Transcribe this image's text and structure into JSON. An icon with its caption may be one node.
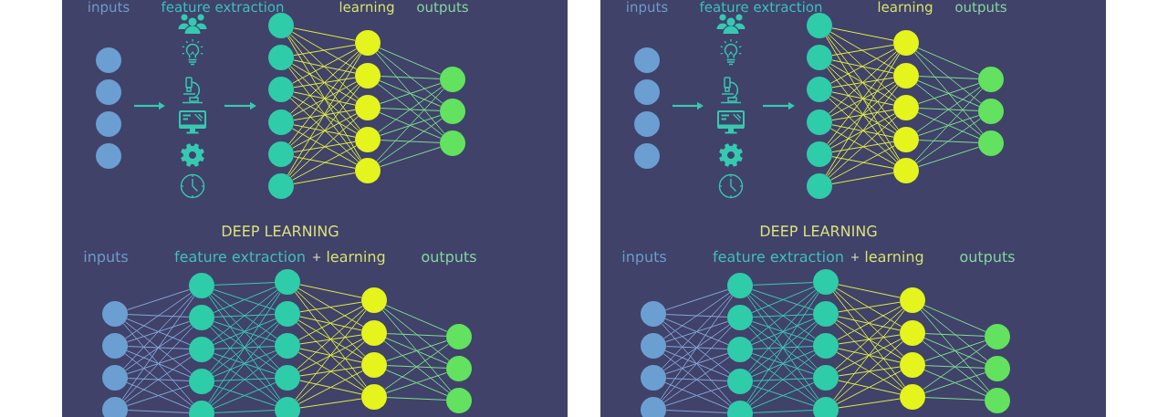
{
  "diagram": {
    "nodes": [
      {
        "text": [],
        "shape": "circle"
      },
      {
        "text": [],
        "shape": "circle"
      },
      {
        "text": [],
        "shape": "circle"
      },
      {
        "text": [],
        "shape": "circle"
      },
      {
        "text": [],
        "shape": "picture"
      },
      {
        "text": [],
        "shape": "picture"
      },
      {
        "text": [],
        "shape": "picture"
      },
      {
        "text": [],
        "shape": "picture"
      },
      {
        "text": [],
        "shape": "picture"
      },
      {
        "text": [],
        "shape": "picture"
      },
      {
        "text": [],
        "shape": "circle"
      },
      {
        "text": [],
        "shape": "circle"
      },
      {
        "text": [],
        "shape": "circle"
      },
      {
        "text": [],
        "shape": "circle"
      },
      {
        "text": [],
        "shape": "circle"
      },
      {
        "text": [],
        "shape": "circle"
      },
      {
        "text": [],
        "shape": "circle"
      },
      {
        "text": [],
        "shape": "circle"
      },
      {
        "text": [],
        "shape": "circle"
      },
      {
        "text": [],
        "shape": "circle"
      },
      {
        "text": [],
        "shape": "circle"
      },
      {
        "text": [],
        "shape": "circle"
      },
      {
        "text": [],
        "shape": "circle"
      },
      {
        "text": [],
        "shape": "circle"
      },
      {
        "text": [],
        "shape": "circle"
      },
      {
        "text": [],
        "shape": "circle"
      },
      {
        "text": [],
        "shape": "circle"
      },
      {
        "text": [],
        "shape": "circle"
      },
      {
        "text": [],
        "shape": "circle"
      },
      {
        "text": [],
        "shape": "circle"
      },
      {
        "text": [],
        "shape": "circle"
      },
      {
        "text": [],
        "shape": "circle"
      },
      {
        "text": [],
        "shape": "circle"
      },
      {
        "text": [],
        "shape": "circle"
      },
      {
        "text": [],
        "shape": "circle"
      },
      {
        "text": [],
        "shape": "circle"
      },
      {
        "text": [],
        "shape": "circle"
      },
      {
        "text": [],
        "shape": "circle"
      },
      {
        "text": [],
        "shape": "circle"
      },
      {
        "text": [],
        "shape": "circle"
      },
      {
        "text": [],
        "shape": "circle"
      },
      {
        "text": [],
        "shape": "circle"
      },
      {
        "text": [],
        "shape": "circle"
      },
      {
        "text": [],
        "shape": "circle"
      },
      {
        "text": [],
        "shape": "circle"
      },
      {
        "text": [],
        "shape": "circle"
      },
      {
        "text": [],
        "shape": "circle"
      },
      {
        "text": [],
        "shape": "circle"
      },
      {
        "text": [],
        "shape": "circle"
      },
      {
        "text": [],
        "shape": "picture"
      },
      {
        "text": [],
        "shape": "picture"
      },
      {
        "text": [],
        "shape": "picture"
      },
      {
        "text": [],
        "shape": "picture"
      },
      {
        "text": [],
        "shape": "picture"
      },
      {
        "text": [],
        "shape": "picture"
      },
      {
        "text": [],
        "shape": "circle"
      },
      {
        "text": [],
        "shape": "circle"
      },
      {
        "text": [],
        "shape": "circle"
      },
      {
        "text": [],
        "shape": "circle"
      },
      {
        "text": [],
        "shape": "circle"
      },
      {
        "text": [],
        "shape": "circle"
      },
      {
        "text": [],
        "shape": "circle"
      },
      {
        "text": [],
        "shape": "circle"
      },
      {
        "text": [],
        "shape": "circle"
      },
      {
        "text": [],
        "shape": "circle"
      },
      {
        "text": [],
        "shape": "circle"
      },
      {
        "text": [],
        "shape": "circle"
      },
      {
        "text": [],
        "shape": "circle"
      },
      {
        "text": [],
        "shape": "circle"
      },
      {
        "text": [],
        "shape": "circle"
      },
      {
        "text": [],
        "shape": "circle"
      },
      {
        "text": [],
        "shape": "circle"
      },
      {
        "text": [],
        "shape": "circle"
      },
      {
        "text": [],
        "shape": "circle"
      },
      {
        "text": [],
        "shape": "circle"
      },
      {
        "text": [],
        "shape": "circle"
      },
      {
        "text": [],
        "shape": "circle"
      },
      {
        "text": [],
        "shape": "circle"
      },
      {
        "text": [],
        "shape": "circle"
      },
      {
        "text": [],
        "shape": "circle"
      },
      {
        "text": [],
        "shape": "circle"
      },
      {
        "text": [],
        "shape": "circle"
      },
      {
        "text": [],
        "shape": "circle"
      },
      {
        "text": [],
        "shape": "circle"
      },
      {
        "text": [],
        "shape": "circle"
      },
      {
        "text": [],
        "shape": "circle"
      },
      {
        "text": [],
        "shape": "circle"
      },
      {
        "text": [],
        "shape": "circle"
      },
      {
        "text": [],
        "shape": "circle"
      },
      {
        "text": [],
        "shape": "circle"
      }
    ],
    "edges": [
      {
        "from": 10,
        "to": 16,
        "arrow": "none"
      },
      {
        "from": 10,
        "to": 17,
        "arrow": "none"
      },
      {
        "from": 10,
        "to": 18,
        "arrow": "none"
      },
      {
        "from": 10,
        "to": 19,
        "arrow": "none"
      },
      {
        "from": 10,
        "to": 20,
        "arrow": "none"
      },
      {
        "from": 11,
        "to": 16,
        "arrow": "none"
      },
      {
        "from": 11,
        "to": 17,
        "arrow": "none"
      },
      {
        "from": 11,
        "to": 18,
        "arrow": "none"
      },
      {
        "from": 11,
        "to": 19,
        "arrow": "none"
      },
      {
        "from": 11,
        "to": 20,
        "arrow": "none"
      },
      {
        "from": 12,
        "to": 16,
        "arrow": "none"
      },
      {
        "from": 12,
        "to": 17,
        "arrow": "none"
      },
      {
        "from": 12,
        "to": 18,
        "arrow": "none"
      },
      {
        "from": 12,
        "to": 19,
        "arrow": "none"
      },
      {
        "from": 12,
        "to": 20,
        "arrow": "none"
      },
      {
        "from": 13,
        "to": 16,
        "arrow": "none"
      },
      {
        "from": 13,
        "to": 17,
        "arrow": "none"
      },
      {
        "from": 13,
        "to": 18,
        "arrow": "none"
      },
      {
        "from": 13,
        "to": 19,
        "arrow": "none"
      },
      {
        "from": 13,
        "to": 20,
        "arrow": "none"
      },
      {
        "from": 14,
        "to": 16,
        "arrow": "none"
      },
      {
        "from": 14,
        "to": 17,
        "arrow": "none"
      },
      {
        "from": 14,
        "to": 18,
        "arrow": "none"
      },
      {
        "from": 14,
        "to": 19,
        "arrow": "none"
      },
      {
        "from": 14,
        "to": 20,
        "arrow": "none"
      },
      {
        "from": 15,
        "to": 16,
        "arrow": "none"
      },
      {
        "from": 15,
        "to": 17,
        "arrow": "none"
      },
      {
        "from": 15,
        "to": 18,
        "arrow": "none"
      },
      {
        "from": 15,
        "to": 19,
        "arrow": "none"
      },
      {
        "from": 15,
        "to": 20,
        "arrow": "none"
      },
      {
        "from": 16,
        "to": 21,
        "arrow": "none",
        "color": "#7ddf8e"
      },
      {
        "from": 16,
        "to": 22,
        "arrow": "none",
        "color": "#7ddf8e"
      },
      {
        "from": 16,
        "to": 23,
        "arrow": "none",
        "color": "#7ddf8e"
      },
      {
        "from": 17,
        "to": 21,
        "arrow": "none",
        "color": "#7ddf8e"
      },
      {
        "from": 17,
        "to": 22,
        "arrow": "none",
        "color": "#7ddf8e"
      },
      {
        "from": 17,
        "to": 23,
        "arrow": "none",
        "color": "#7ddf8e"
      },
      {
        "from": 18,
        "to": 21,
        "arrow": "none",
        "color": "#7ddf8e"
      },
      {
        "from": 18,
        "to": 22,
        "arrow": "none",
        "color": "#7ddf8e"
      },
      {
        "from": 18,
        "to": 23,
        "arrow": "none",
        "color": "#7ddf8e"
      },
      {
        "from": 19,
        "to": 21,
        "arrow": "none",
        "color": "#7ddf8e"
      },
      {
        "from": 19,
        "to": 22,
        "arrow": "none",
        "color": "#7ddf8e"
      },
      {
        "from": 19,
        "to": 23,
        "arrow": "none",
        "color": "#7ddf8e"
      },
      {
        "from": 20,
        "to": 21,
        "arrow": "none",
        "color": "#7ddf8e"
      },
      {
        "from": 20,
        "to": 22,
        "arrow": "none",
        "color": "#7ddf8e"
      },
      {
        "from": 20,
        "to": 23,
        "arrow": "none",
        "color": "#7ddf8e"
      },
      {
        "from": 24,
        "to": 28,
        "arrow": "none",
        "color": "#86a6d8"
      },
      {
        "from": 24,
        "to": 29,
        "arrow": "none",
        "color": "#86a6d8"
      },
      {
        "from": 24,
        "to": 30,
        "arrow": "none",
        "color": "#86a6d8"
      },
      {
        "from": 24,
        "to": 31,
        "arrow": "none",
        "color": "#86a6d8"
      },
      {
        "from": 24,
        "to": 32,
        "arrow": "none",
        "color": "#86a6d8"
      },
      {
        "from": 25,
        "to": 28,
        "arrow": "none",
        "color": "#86a6d8"
      },
      {
        "from": 25,
        "to": 29,
        "arrow": "none",
        "color": "#86a6d8"
      },
      {
        "from": 25,
        "to": 30,
        "arrow": "none",
        "color": "#86a6d8"
      },
      {
        "from": 25,
        "to": 31,
        "arrow": "none",
        "color": "#86a6d8"
      },
      {
        "from": 25,
        "to": 32,
        "arrow": "none",
        "color": "#86a6d8"
      },
      {
        "from": 26,
        "to": 28,
        "arrow": "none",
        "color": "#86a6d8"
      },
      {
        "from": 26,
        "to": 29,
        "arrow": "none",
        "color": "#86a6d8"
      },
      {
        "from": 26,
        "to": 30,
        "arrow": "none",
        "color": "#86a6d8"
      },
      {
        "from": 26,
        "to": 31,
        "arrow": "none",
        "color": "#86a6d8"
      },
      {
        "from": 26,
        "to": 32,
        "arrow": "none",
        "color": "#86a6d8"
      },
      {
        "from": 27,
        "to": 28,
        "arrow": "none",
        "color": "#86a6d8"
      },
      {
        "from": 27,
        "to": 29,
        "arrow": "none",
        "color": "#86a6d8"
      },
      {
        "from": 27,
        "to": 30,
        "arrow": "none",
        "color": "#86a6d8"
      },
      {
        "from": 27,
        "to": 31,
        "arrow": "none",
        "color": "#86a6d8"
      },
      {
        "from": 27,
        "to": 32,
        "arrow": "none",
        "color": "#86a6d8"
      },
      {
        "from": 28,
        "to": 33,
        "arrow": "none",
        "color": "#3cc9b5"
      },
      {
        "from": 28,
        "to": 34,
        "arrow": "none",
        "color": "#3cc9b5"
      },
      {
        "from": 28,
        "to": 35,
        "arrow": "none",
        "color": "#3cc9b5"
      },
      {
        "from": 28,
        "to": 36,
        "arrow": "none",
        "color": "#3cc9b5"
      },
      {
        "from": 28,
        "to": 37,
        "arrow": "none",
        "color": "#3cc9b5"
      },
      {
        "from": 29,
        "to": 33,
        "arrow": "none",
        "color": "#3cc9b5"
      },
      {
        "from": 29,
        "to": 34,
        "arrow": "none",
        "color": "#3cc9b5"
      },
      {
        "from": 29,
        "to": 35,
        "arrow": "none",
        "color": "#3cc9b5"
      },
      {
        "from": 29,
        "to": 36,
        "arrow": "none",
        "color": "#3cc9b5"
      },
      {
        "from": 29,
        "to": 37,
        "arrow": "none",
        "color": "#3cc9b5"
      },
      {
        "from": 30,
        "to": 33,
        "arrow": "none",
        "color": "#3cc9b5"
      },
      {
        "from": 30,
        "to": 34,
        "arrow": "none",
        "color": "#3cc9b5"
      },
      {
        "from": 30,
        "to": 35,
        "arrow": "none",
        "color": "#3cc9b5"
      },
      {
        "from": 30,
        "to": 36,
        "arrow": "none",
        "color": "#3cc9b5"
      },
      {
        "from": 30,
        "to": 37,
        "arrow": "none",
        "color": "#3cc9b5"
      },
      {
        "from": 31,
        "to": 33,
        "arrow": "none",
        "color": "#3cc9b5"
      },
      {
        "from": 31,
        "to": 34,
        "arrow": "none",
        "color": "#3cc9b5"
      },
      {
        "from": 31,
        "to": 35,
        "arrow": "none",
        "color": "#3cc9b5"
      },
      {
        "from": 31,
        "to": 36,
        "arrow": "none",
        "color": "#3cc9b5"
      },
      {
        "from": 31,
        "to": 37,
        "arrow": "none",
        "color": "#3cc9b5"
      },
      {
        "from": 32,
        "to": 33,
        "arrow": "none",
        "color": "#3cc9b5"
      },
      {
        "from": 32,
        "to": 34,
        "arrow": "none",
        "color": "#3cc9b5"
      },
      {
        "from": 32,
        "to": 35,
        "arrow": "none",
        "color": "#3cc9b5"
      },
      {
        "from": 32,
        "to": 36,
        "arrow": "none",
        "color": "#3cc9b5"
      },
      {
        "from": 32,
        "to": 37,
        "arrow": "none",
        "color": "#3cc9b5"
      },
      {
        "from": 33,
        "to": 38,
        "arrow": "none"
      },
      {
        "from": 33,
        "to": 39,
        "arrow": "none"
      },
      {
        "from": 33,
        "to": 40,
        "arrow": "none"
      },
      {
        "from": 33,
        "to": 41,
        "arrow": "none"
      },
      {
        "from": 34,
        "to": 38,
        "arrow": "none"
      },
      {
        "from": 34,
        "to": 39,
        "arrow": "none"
      },
      {
        "from": 34,
        "to": 40,
        "arrow": "none"
      },
      {
        "from": 34,
        "to": 41,
        "arrow": "none"
      },
      {
        "from": 35,
        "to": 38,
        "arrow": "none"
      },
      {
        "from": 35,
        "to": 39,
        "arrow": "none"
      },
      {
        "from": 35,
        "to": 40,
        "arrow": "none"
      },
      {
        "from": 35,
        "to": 41,
        "arrow": "none"
      },
      {
        "from": 36,
        "to": 38,
        "arrow": "none"
      },
      {
        "from": 36,
        "to": 39,
        "arrow": "none"
      },
      {
        "from": 36,
        "to": 40,
        "arrow": "none"
      },
      {
        "from": 36,
        "to": 41,
        "arrow": "none"
      },
      {
        "from": 37,
        "to": 38,
        "arrow": "none"
      },
      {
        "from": 37,
        "to": 39,
        "arrow": "none"
      },
      {
        "from": 37,
        "to": 40,
        "arrow": "none"
      },
      {
        "from": 37,
        "to": 41,
        "arrow": "none"
      },
      {
        "from": 38,
        "to": 42,
        "arrow": "none",
        "color": "#7ddf8e"
      },
      {
        "from": 38,
        "to": 43,
        "arrow": "none",
        "color": "#7ddf8e"
      },
      {
        "from": 38,
        "to": 44,
        "arrow": "none",
        "color": "#7ddf8e"
      },
      {
        "from": 39,
        "to": 42,
        "arrow": "none",
        "color": "#7ddf8e"
      },
      {
        "from": 39,
        "to": 43,
        "arrow": "none",
        "color": "#7ddf8e"
      },
      {
        "from": 39,
        "to": 44,
        "arrow": "none",
        "color": "#7ddf8e"
      },
      {
        "from": 40,
        "to": 42,
        "arrow": "none",
        "color": "#7ddf8e"
      },
      {
        "from": 40,
        "to": 43,
        "arrow": "none",
        "color": "#7ddf8e"
      },
      {
        "from": 40,
        "to": 44,
        "arrow": "none",
        "color": "#7ddf8e"
      },
      {
        "from": 41,
        "to": 42,
        "arrow": "none",
        "color": "#7ddf8e"
      },
      {
        "from": 41,
        "to": 43,
        "arrow": "none",
        "color": "#7ddf8e"
      },
      {
        "from": 41,
        "to": 44,
        "arrow": "none",
        "color": "#7ddf8e"
      },
      {
        "from": 55,
        "to": 61,
        "arrow": "none"
      },
      {
        "from": 55,
        "to": 62,
        "arrow": "none"
      },
      {
        "from": 55,
        "to": 63,
        "arrow": "none"
      },
      {
        "from": 55,
        "to": 64,
        "arrow": "none"
      },
      {
        "from": 55,
        "to": 65,
        "arrow": "none"
      },
      {
        "from": 56,
        "to": 61,
        "arrow": "none"
      },
      {
        "from": 56,
        "to": 62,
        "arrow": "none"
      },
      {
        "from": 56,
        "to": 63,
        "arrow": "none"
      },
      {
        "from": 56,
        "to": 64,
        "arrow": "none"
      },
      {
        "from": 56,
        "to": 65,
        "arrow": "none"
      },
      {
        "from": 57,
        "to": 61,
        "arrow": "none"
      },
      {
        "from": 57,
        "to": 62,
        "arrow": "none"
      },
      {
        "from": 57,
        "to": 63,
        "arrow": "none"
      },
      {
        "from": 57,
        "to": 64,
        "arrow": "none"
      },
      {
        "from": 57,
        "to": 65,
        "arrow": "none"
      },
      {
        "from": 58,
        "to": 61,
        "arrow": "none"
      },
      {
        "from": 58,
        "to": 62,
        "arrow": "none"
      },
      {
        "from": 58,
        "to": 63,
        "arrow": "none"
      },
      {
        "from": 58,
        "to": 64,
        "arrow": "none"
      },
      {
        "from": 58,
        "to": 65,
        "arrow": "none"
      },
      {
        "from": 59,
        "to": 61,
        "arrow": "none"
      },
      {
        "from": 59,
        "to": 62,
        "arrow": "none"
      },
      {
        "from": 59,
        "to": 63,
        "arrow": "none"
      },
      {
        "from": 59,
        "to": 64,
        "arrow": "none"
      },
      {
        "from": 59,
        "to": 65,
        "arrow": "none"
      },
      {
        "from": 60,
        "to": 61,
        "arrow": "none"
      },
      {
        "from": 60,
        "to": 62,
        "arrow": "none"
      },
      {
        "from": 60,
        "to": 63,
        "arrow": "none"
      },
      {
        "from": 60,
        "to": 64,
        "arrow": "none"
      },
      {
        "from": 60,
        "to": 65,
        "arrow": "none"
      },
      {
        "from": 61,
        "to": 66,
        "arrow": "none",
        "color": "#7ddf8e"
      },
      {
        "from": 61,
        "to": 67,
        "arrow": "none",
        "color": "#7ddf8e"
      },
      {
        "from": 61,
        "to": 68,
        "arrow": "none",
        "color": "#7ddf8e"
      },
      {
        "from": 62,
        "to": 66,
        "arrow": "none",
        "color": "#7ddf8e"
      },
      {
        "from": 62,
        "to": 67,
        "arrow": "none",
        "color": "#7ddf8e"
      },
      {
        "from": 62,
        "to": 68,
        "arrow": "none",
        "color": "#7ddf8e"
      },
      {
        "from": 63,
        "to": 66,
        "arrow": "none",
        "color": "#7ddf8e"
      },
      {
        "from": 63,
        "to": 67,
        "arrow": "none",
        "color": "#7ddf8e"
      },
      {
        "from": 63,
        "to": 68,
        "arrow": "none",
        "color": "#7ddf8e"
      },
      {
        "from": 64,
        "to": 66,
        "arrow": "none",
        "color": "#7ddf8e"
      },
      {
        "from": 64,
        "to": 67,
        "arrow": "none",
        "color": "#7ddf8e"
      },
      {
        "from": 64,
        "to": 68,
        "arrow": "none",
        "color": "#7ddf8e"
      },
      {
        "from": 65,
        "to": 66,
        "arrow": "none",
        "color": "#7ddf8e"
      },
      {
        "from": 65,
        "to": 67,
        "arrow": "none",
        "color": "#7ddf8e"
      },
      {
        "from": 65,
        "to": 68,
        "arrow": "none",
        "color": "#7ddf8e"
      },
      {
        "from": 69,
        "to": 73,
        "arrow": "none",
        "color": "#86a6d8"
      },
      {
        "from": 69,
        "to": 74,
        "arrow": "none",
        "color": "#86a6d8"
      },
      {
        "from": 69,
        "to": 75,
        "arrow": "none",
        "color": "#86a6d8"
      },
      {
        "from": 69,
        "to": 76,
        "arrow": "none",
        "color": "#86a6d8"
      },
      {
        "from": 69,
        "to": 77,
        "arrow": "none",
        "color": "#86a6d8"
      },
      {
        "from": 70,
        "to": 73,
        "arrow": "none",
        "color": "#86a6d8"
      },
      {
        "from": 70,
        "to": 74,
        "arrow": "none",
        "color": "#86a6d8"
      },
      {
        "from": 70,
        "to": 75,
        "arrow": "none",
        "color": "#86a6d8"
      },
      {
        "from": 70,
        "to": 76,
        "arrow": "none",
        "color": "#86a6d8"
      },
      {
        "from": 70,
        "to": 77,
        "arrow": "none",
        "color": "#86a6d8"
      },
      {
        "from": 71,
        "to": 73,
        "arrow": "none",
        "color": "#86a6d8"
      },
      {
        "from": 71,
        "to": 74,
        "arrow": "none",
        "color": "#86a6d8"
      },
      {
        "from": 71,
        "to": 75,
        "arrow": "none",
        "color": "#86a6d8"
      },
      {
        "from": 71,
        "to": 76,
        "arrow": "none",
        "color": "#86a6d8"
      },
      {
        "from": 71,
        "to": 77,
        "arrow": "none",
        "color": "#86a6d8"
      },
      {
        "from": 72,
        "to": 73,
        "arrow": "none",
        "color": "#86a6d8"
      },
      {
        "from": 72,
        "to": 74,
        "arrow": "none",
        "color": "#86a6d8"
      },
      {
        "from": 72,
        "to": 75,
        "arrow": "none",
        "color": "#86a6d8"
      },
      {
        "from": 72,
        "to": 76,
        "arrow": "none",
        "color": "#86a6d8"
      },
      {
        "from": 72,
        "to": 77,
        "arrow": "none",
        "color": "#86a6d8"
      },
      {
        "from": 73,
        "to": 78,
        "arrow": "none",
        "color": "#3cc9b5"
      },
      {
        "from": 73,
        "to": 79,
        "arrow": "none",
        "color": "#3cc9b5"
      },
      {
        "from": 73,
        "to": 80,
        "arrow": "none",
        "color": "#3cc9b5"
      },
      {
        "from": 73,
        "to": 81,
        "arrow": "none",
        "color": "#3cc9b5"
      },
      {
        "from": 73,
        "to": 82,
        "arrow": "none",
        "color": "#3cc9b5"
      },
      {
        "from": 74,
        "to": 78,
        "arrow": "none",
        "color": "#3cc9b5"
      },
      {
        "from": 74,
        "to": 79,
        "arrow": "none",
        "color": "#3cc9b5"
      },
      {
        "from": 74,
        "to": 80,
        "arrow": "none",
        "color": "#3cc9b5"
      },
      {
        "from": 74,
        "to": 81,
        "arrow": "none",
        "color": "#3cc9b5"
      },
      {
        "from": 74,
        "to": 82,
        "arrow": "none",
        "color": "#3cc9b5"
      },
      {
        "from": 75,
        "to": 78,
        "arrow": "none",
        "color": "#3cc9b5"
      },
      {
        "from": 75,
        "to": 79,
        "arrow": "none",
        "color": "#3cc9b5"
      },
      {
        "from": 75,
        "to": 80,
        "arrow": "none",
        "color": "#3cc9b5"
      },
      {
        "from": 75,
        "to": 81,
        "arrow": "none",
        "color": "#3cc9b5"
      },
      {
        "from": 75,
        "to": 82,
        "arrow": "none",
        "color": "#3cc9b5"
      },
      {
        "from": 76,
        "to": 78,
        "arrow": "none",
        "color": "#3cc9b5"
      },
      {
        "from": 76,
        "to": 79,
        "arrow": "none",
        "color": "#3cc9b5"
      },
      {
        "from": 76,
        "to": 80,
        "arrow": "none",
        "color": "#3cc9b5"
      },
      {
        "from": 76,
        "to": 81,
        "arrow": "none",
        "color": "#3cc9b5"
      },
      {
        "from": 76,
        "to": 82,
        "arrow": "none",
        "color": "#3cc9b5"
      },
      {
        "from": 77,
        "to": 78,
        "arrow": "none",
        "color": "#3cc9b5"
      },
      {
        "from": 77,
        "to": 79,
        "arrow": "none",
        "color": "#3cc9b5"
      },
      {
        "from": 77,
        "to": 80,
        "arrow": "none",
        "color": "#3cc9b5"
      },
      {
        "from": 77,
        "to": 81,
        "arrow": "none",
        "color": "#3cc9b5"
      },
      {
        "from": 77,
        "to": 82,
        "arrow": "none",
        "color": "#3cc9b5"
      },
      {
        "from": 78,
        "to": 83,
        "arrow": "none"
      },
      {
        "from": 78,
        "to": 84,
        "arrow": "none"
      },
      {
        "from": 78,
        "to": 85,
        "arrow": "none"
      },
      {
        "from": 78,
        "to": 86,
        "arrow": "none"
      },
      {
        "from": 79,
        "to": 83,
        "arrow": "none"
      },
      {
        "from": 79,
        "to": 84,
        "arrow": "none"
      },
      {
        "from": 79,
        "to": 85,
        "arrow": "none"
      },
      {
        "from": 79,
        "to": 86,
        "arrow": "none"
      },
      {
        "from": 80,
        "to": 83,
        "arrow": "none"
      },
      {
        "from": 80,
        "to": 84,
        "arrow": "none"
      },
      {
        "from": 80,
        "to": 85,
        "arrow": "none"
      },
      {
        "from": 80,
        "to": 86,
        "arrow": "none"
      },
      {
        "from": 81,
        "to": 83,
        "arrow": "none"
      },
      {
        "from": 81,
        "to": 84,
        "arrow": "none"
      },
      {
        "from": 81,
        "to": 85,
        "arrow": "none"
      },
      {
        "from": 81,
        "to": 86,
        "arrow": "none"
      },
      {
        "from": 82,
        "to": 83,
        "arrow": "none"
      },
      {
        "from": 82,
        "to": 84,
        "arrow": "none"
      },
      {
        "from": 82,
        "to": 85,
        "arrow": "none"
      },
      {
        "from": 82,
        "to": 86,
        "arrow": "none"
      },
      {
        "from": 83,
        "to": 87,
        "arrow": "none",
        "color": "#7ddf8e"
      },
      {
        "from": 83,
        "to": 88,
        "arrow": "none",
        "color": "#7ddf8e"
      },
      {
        "from": 83,
        "to": 89,
        "arrow": "none",
        "color": "#7ddf8e"
      },
      {
        "from": 84,
        "to": 87,
        "arrow": "none",
        "color": "#7ddf8e"
      },
      {
        "from": 84,
        "to": 88,
        "arrow": "none",
        "color": "#7ddf8e"
      },
      {
        "from": 84,
        "to": 89,
        "arrow": "none",
        "color": "#7ddf8e"
      },
      {
        "from": 85,
        "to": 87,
        "arrow": "none",
        "color": "#7ddf8e"
      },
      {
        "from": 85,
        "to": 88,
        "arrow": "none",
        "color": "#7ddf8e"
      },
      {
        "from": 85,
        "to": 89,
        "arrow": "none",
        "color": "#7ddf8e"
      },
      {
        "from": 86,
        "to": 87,
        "arrow": "none",
        "color": "#7ddf8e"
      },
      {
        "from": 86,
        "to": 88,
        "arrow": "none",
        "color": "#7ddf8e"
      },
      {
        "from": 86,
        "to": 89,
        "arrow": "none",
        "color": "#7ddf8e"
      }
    ],
    "labels": [
      "inputs",
      "feature extraction",
      "learning",
      "outputs",
      "DEEP LEARNING",
      "inputs",
      "feature extraction",
      "+",
      "learning",
      "outputs",
      "inputs",
      "feature extraction",
      "learning",
      "outputs",
      "DEEP LEARNING",
      "inputs",
      "feature extraction",
      "+",
      "learning",
      "outputs"
    ]
  }
}
